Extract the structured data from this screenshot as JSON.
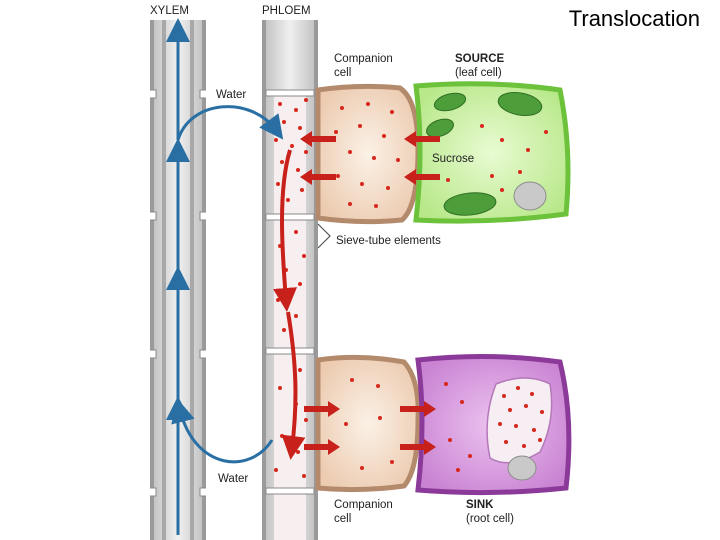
{
  "title": "Translocation",
  "labels": {
    "xylem": "XYLEM",
    "phloem": "PHLOEM",
    "water_top": "Water",
    "water_bottom": "Water",
    "companion_top_1": "Companion",
    "companion_top_2": "cell",
    "companion_bottom_1": "Companion",
    "companion_bottom_2": "cell",
    "source_1": "SOURCE",
    "source_2": "(leaf cell)",
    "sink_1": "SINK",
    "sink_2": "(root cell)",
    "sucrose": "Sucrose",
    "sieve_tube": "Sieve-tube elements"
  },
  "colors": {
    "xylem_wall": "#c9c9c9",
    "xylem_arrow": "#2a6fa3",
    "phloem_wall": "#d3d3d3",
    "sucrose_dot": "#d9261c",
    "arrow_red": "#c8201a",
    "companion_fill": "#f3dcc6",
    "companion_border": "#b48a6c",
    "source_fill": "#ccf0a2",
    "source_border": "#6cc23a",
    "chloroplast": "#4d9e3a",
    "sink_fill": "#d99be0",
    "sink_border": "#8c3a99",
    "vacuole": "#f6eef3"
  }
}
